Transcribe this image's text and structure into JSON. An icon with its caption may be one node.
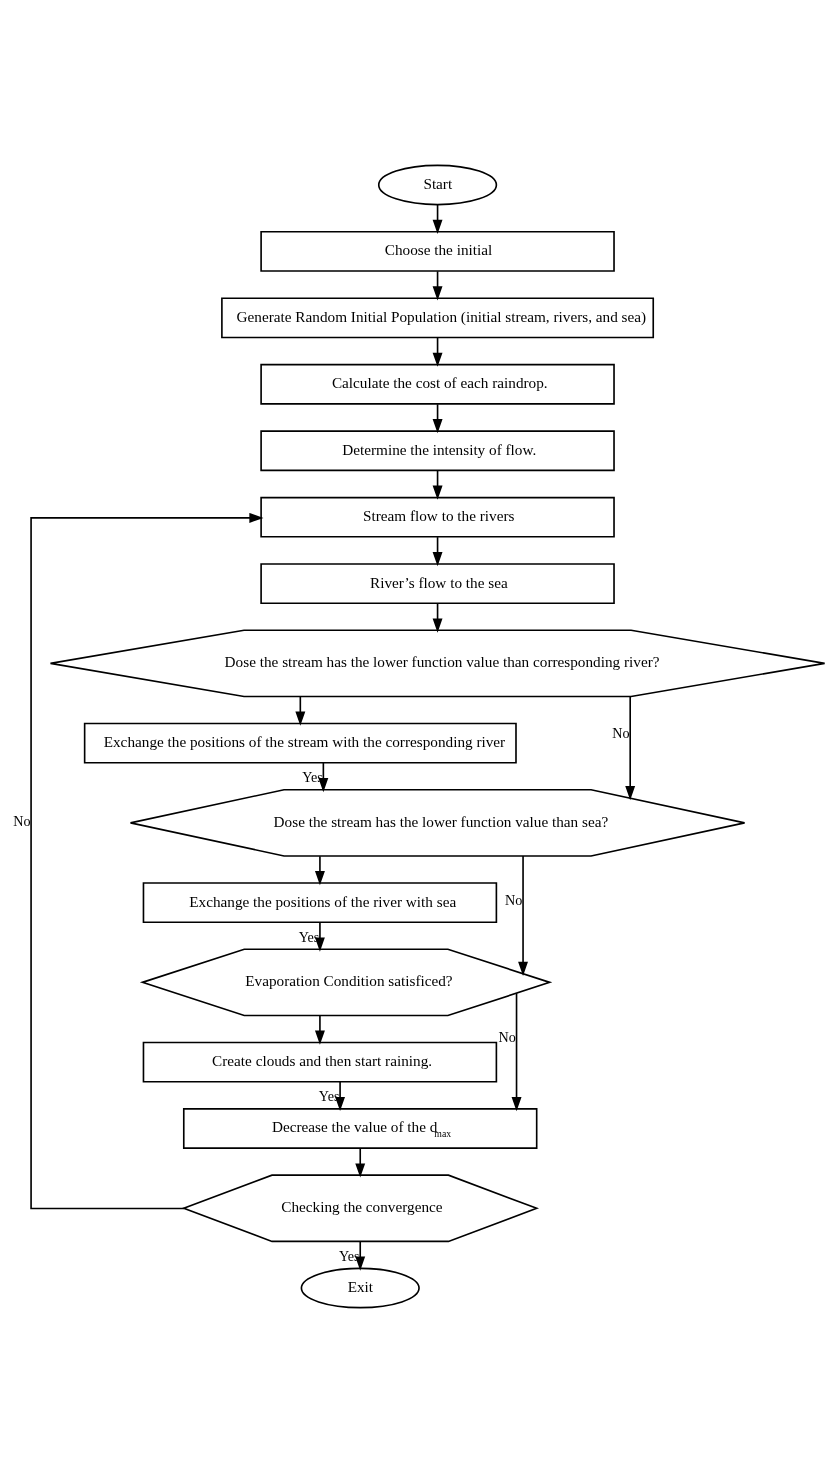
{
  "diagram": {
    "nodes": [
      {
        "text": [
          "Start"
        ]
      },
      {
        "text": [
          "Choose the initial"
        ]
      },
      {
        "text": [
          "Generate Random Initial Population (initial stream, rivers, and sea)"
        ]
      },
      {
        "text": [
          "Calculate the cost of each raindrop."
        ]
      },
      {
        "text": [
          "Determine the intensity of flow."
        ]
      },
      {
        "text": [
          "Stream flow to the rivers"
        ]
      },
      {
        "text": [
          "River’s flow to the sea"
        ]
      },
      {
        "text": [
          "Dose the stream has the lower function value than corresponding river?"
        ]
      },
      {
        "text": [
          "Exchange the positions of the stream with the corresponding river"
        ]
      },
      {
        "text": [
          "Dose the stream has the lower function value than sea?"
        ]
      },
      {
        "text": [
          "Exchange the positions of the river with sea"
        ]
      },
      {
        "text": [
          "Evaporation Condition satisficed?"
        ]
      },
      {
        "text": [
          "Create clouds and then start raining."
        ]
      },
      {
        "text": [
          "Decrease the value of the d$_{max}$"
        ]
      },
      {
        "text": [
          "Checking the convergence"
        ]
      },
      {
        "text": [
          "Exit"
        ]
      }
    ],
    "edges": [
      {
        "from": 0,
        "to": 1,
        "arrow": "to"
      },
      {
        "from": 1,
        "to": 2,
        "arrow": "to"
      },
      {
        "from": 2,
        "to": 3,
        "arrow": "to"
      },
      {
        "from": 3,
        "to": 4,
        "arrow": "to"
      },
      {
        "from": 4,
        "to": 5,
        "arrow": "to"
      },
      {
        "from": 5,
        "to": 6,
        "arrow": "to"
      },
      {
        "from": 6,
        "to": 7,
        "arrow": "to"
      },
      {
        "from": 7,
        "to": 8,
        "arrow": "to"
      },
      {
        "from": 8,
        "to": 9,
        "label": "Yes",
        "arrow": "to"
      },
      {
        "from": 7,
        "to": 9,
        "label": "No",
        "arrow": "to"
      },
      {
        "from": 9,
        "to": 10,
        "arrow": "to"
      },
      {
        "from": 10,
        "to": 11,
        "label": "Yes",
        "arrow": "to"
      },
      {
        "from": 9,
        "to": 11,
        "label": "No",
        "arrow": "to"
      },
      {
        "from": 11,
        "to": 12,
        "arrow": "to"
      },
      {
        "from": 12,
        "to": 13,
        "label": "Yes",
        "arrow": "to"
      },
      {
        "from": 11,
        "to": 13,
        "label": "No",
        "arrow": "to"
      },
      {
        "from": 13,
        "to": 14,
        "arrow": "to"
      },
      {
        "from": 14,
        "to": 15,
        "label": "Yes",
        "arrow": "to"
      },
      {
        "from": 14,
        "to": 5,
        "label": "No",
        "arrow": "to"
      }
    ]
  }
}
